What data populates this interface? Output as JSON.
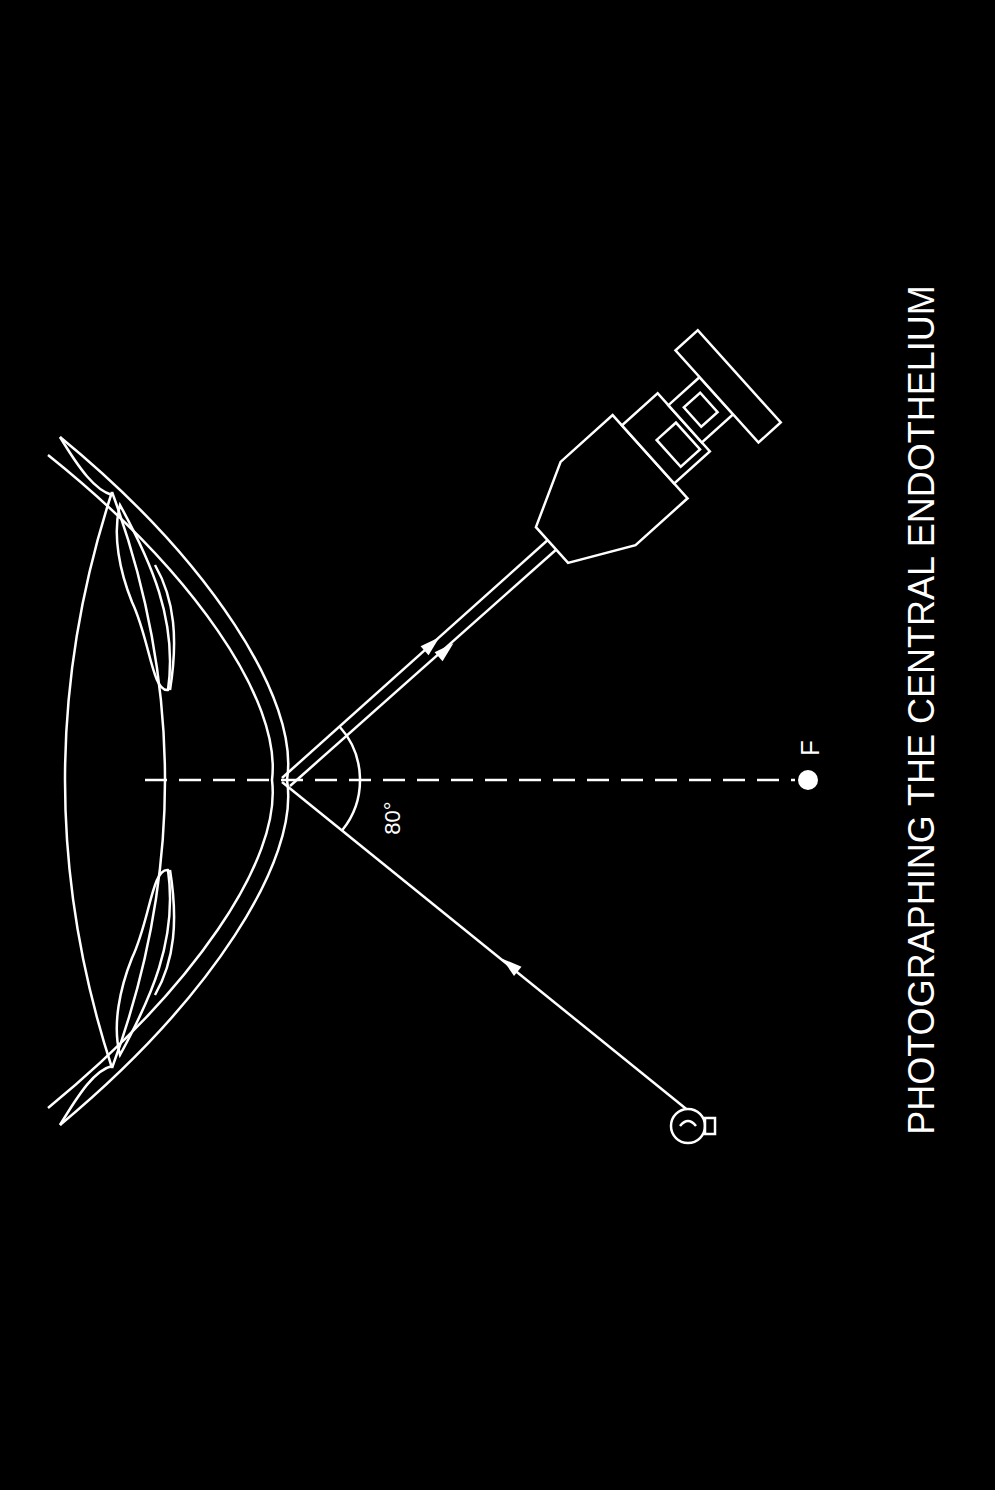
{
  "diagram": {
    "title": "PHOTOGRAPHING THE CENTRAL ENDOTHELIUM",
    "labels": [
      "80°",
      "F"
    ]
  }
}
